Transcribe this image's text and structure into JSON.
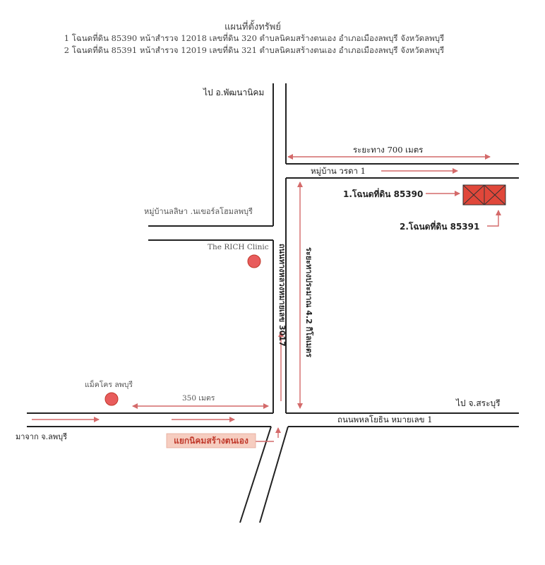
{
  "title": {
    "heading": "แผนที่ตั้งทรัพย์",
    "line1": "1 โฉนดที่ดิน 85390 หน้าสำรวจ 12018 เลขที่ดิน 320 ตำบลนิคมสร้างตนเอง อำเภอเมืองลพบุรี จังหวัดลพบุรี",
    "line2": "2 โฉนดที่ดิน 85391 หน้าสำรวจ 12019 เลขที่ดิน 321 ตำบลนิคมสร้างตนเอง อำเภอเมืองลพบุรี จังหวัดลพบุรี"
  },
  "labels": {
    "to_phatthana_nikhom": "ไป อ.พัฒนานิคม",
    "distance_700m": "ระยะทาง 700 เมตร",
    "village_worada": "หมู่บ้าน วรดา 1",
    "plot_1": "1.โฉนดที่ดิน 85390",
    "plot_2": "2.โฉนดที่ดิน 85391",
    "village_lalisa": "หมู่บ้านลลิษา .นเขอร์ลโฮมลพบุรี",
    "rich_clinic": "The RICH Clinic",
    "road_3017": "ถนนทางหลวงหมายเลข 3017",
    "distance_4_2km": "ระยะทางประมาณ 4.2 กิโลเมตร",
    "makro": "แม็คโคร ลพบุรี",
    "distance_350m": "350 เมตร",
    "to_saraburi": "ไป จ.สระบุรี",
    "road_phahonyothin": "ถนนพหลโยธิน หมายเลข 1",
    "from_lopburi": "มาจาก จ.ลพบุรี",
    "junction": "แยกนิคมสร้างตนเอง"
  },
  "colors": {
    "road": "#222222",
    "arrow": "#d46a6a",
    "poi_fill": "#e85c5c",
    "plot_fill": "#e0473a",
    "junction_bg": "#f6cdc0",
    "junction_text": "#c0392b"
  }
}
